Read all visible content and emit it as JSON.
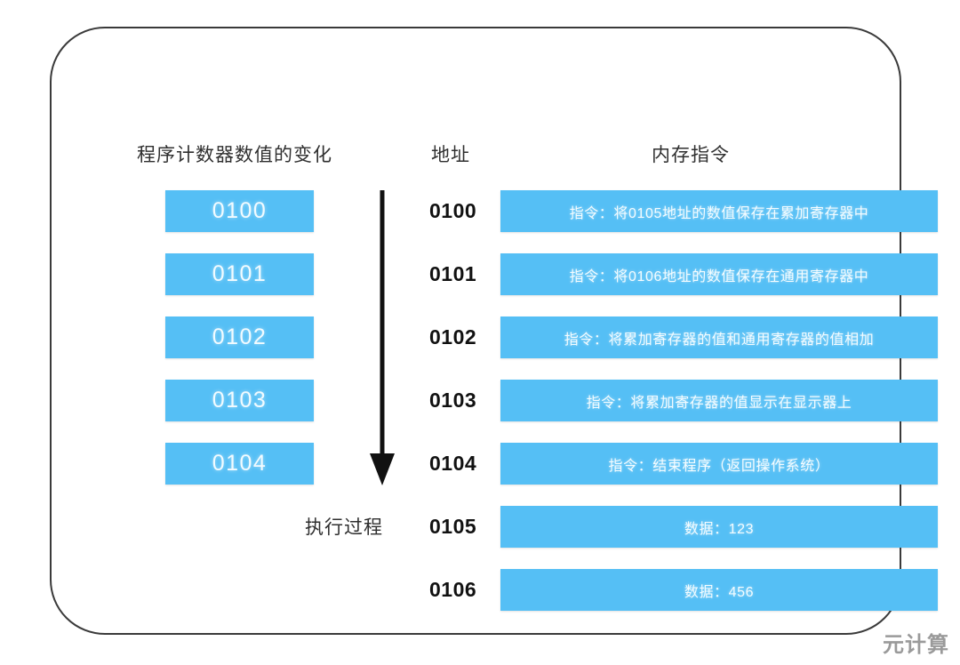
{
  "headings": {
    "program_counter": "程序计数器数值的变化",
    "address": "地址",
    "memory_instruction": "内存指令"
  },
  "program_counter": {
    "values": [
      "0100",
      "0101",
      "0102",
      "0103",
      "0104"
    ],
    "flow_label": "执行过程",
    "arrow_icon": "down-arrow-icon"
  },
  "memory_rows": [
    {
      "address": "0100",
      "content": "指令：将0105地址的数值保存在累加寄存器中",
      "kind": "instruction"
    },
    {
      "address": "0101",
      "content": "指令：将0106地址的数值保存在通用寄存器中",
      "kind": "instruction"
    },
    {
      "address": "0102",
      "content": "指令：将累加寄存器的值和通用寄存器的值相加",
      "kind": "instruction"
    },
    {
      "address": "0103",
      "content": "指令：将累加寄存器的值显示在显示器上",
      "kind": "instruction"
    },
    {
      "address": "0104",
      "content": "指令：结束程序（返回操作系统）",
      "kind": "instruction"
    },
    {
      "address": "0105",
      "content": "数据：123",
      "kind": "data"
    },
    {
      "address": "0106",
      "content": "数据：456",
      "kind": "data"
    }
  ],
  "watermark": "元计算",
  "colors": {
    "box_blue": "#55bff5",
    "box_text": "#f4fcff",
    "frame_border": "#3a3a3a",
    "heading_text": "#2f2f2f",
    "address_text": "#111111",
    "watermark_text": "#9a9a9a",
    "background": "#ffffff"
  }
}
